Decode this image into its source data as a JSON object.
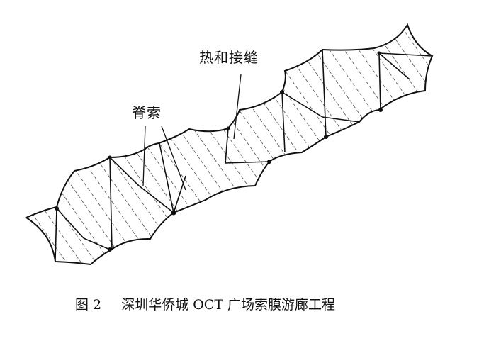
{
  "figure": {
    "labels": {
      "heat_seam": "热和接缝",
      "ridge_cable": "脊索"
    },
    "caption": {
      "number": "图 2",
      "title": "深圳华侨城 OCT 广场索膜游廊工程"
    },
    "colors": {
      "line": "#111111",
      "background": "#ffffff"
    }
  }
}
